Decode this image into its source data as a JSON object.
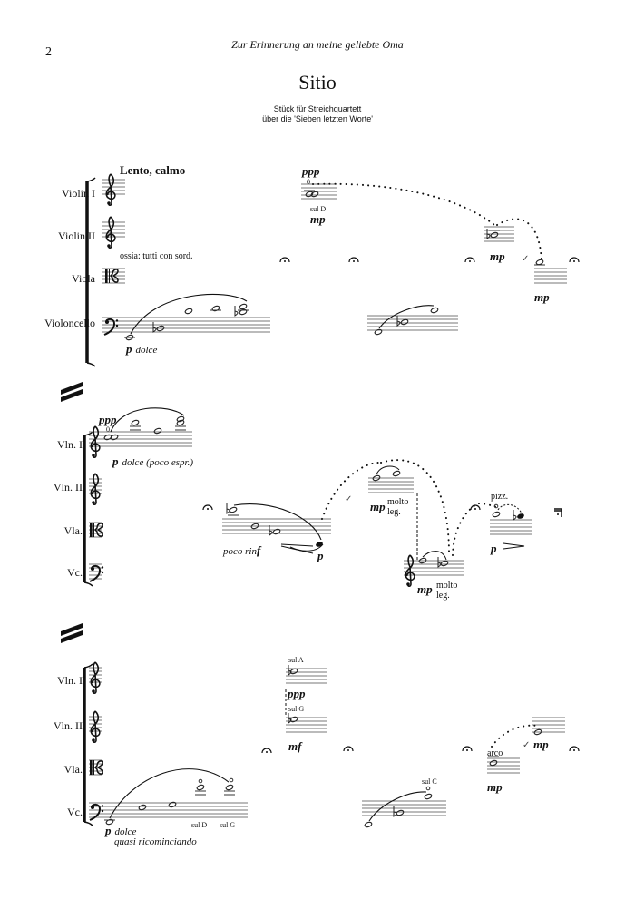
{
  "header": {
    "page_number": "2",
    "dedication": "Zur Erinnerung an meine geliebte Oma",
    "title": "Sitio",
    "subtitle_line1": "Stück für Streichquartett",
    "subtitle_line2": "über die 'Sieben letzten Worte'"
  },
  "system1": {
    "tempo": "Lento, calmo",
    "instruments": [
      "Violin I",
      "Violin II",
      "Viola",
      "Violoncello"
    ],
    "ossia": "ossia: tutti con sord.",
    "vc_dynamic": "p",
    "vc_expression": "dolce",
    "vln1_dynamic_top": "ppp",
    "vln1_harmonic": "0",
    "vln1_string": "sul D",
    "vln1_dynamic_bottom": "mp",
    "vln2_dynamic": "mp",
    "vla_dynamic": "mp",
    "breath_mark": "✓"
  },
  "system2": {
    "instruments": [
      "Vln. I",
      "Vln. II",
      "Vla.",
      "Vc."
    ],
    "vln1_dynamic_top": "ppp",
    "vln1_harmonic": "0",
    "vln1_dynamic": "p",
    "vln1_expression": "dolce (poco espr.)",
    "vla_expression": "poco rin",
    "vla_expression_f": "f",
    "vla_dynamic": "p",
    "vln2_dynamic": "mp",
    "vln2_expression_1": "molto",
    "vln2_expression_2": "leg.",
    "vc_dynamic": "mp",
    "vc_expression_1": "molto",
    "vc_expression_2": "leg.",
    "pizz": "pizz.",
    "pizz_dynamic": "p",
    "breath_mark": "✓"
  },
  "system3": {
    "instruments": [
      "Vln. I",
      "Vln. II",
      "Vla.",
      "Vc."
    ],
    "vc_dynamic": "p",
    "vc_expression_1": "dolce",
    "vc_expression_2": "quasi ricominciando",
    "vc_string_1": "sul D",
    "vc_string_2": "sul G",
    "vln1_string": "sul A",
    "vln1_dynamic": "ppp",
    "vln2_string": "sul G",
    "vln2_dynamic": "mf",
    "vc2_string": "sul C",
    "arco": "arco",
    "vla_dynamic": "mp",
    "vln2b_dynamic": "mp",
    "breath_mark": "✓"
  }
}
